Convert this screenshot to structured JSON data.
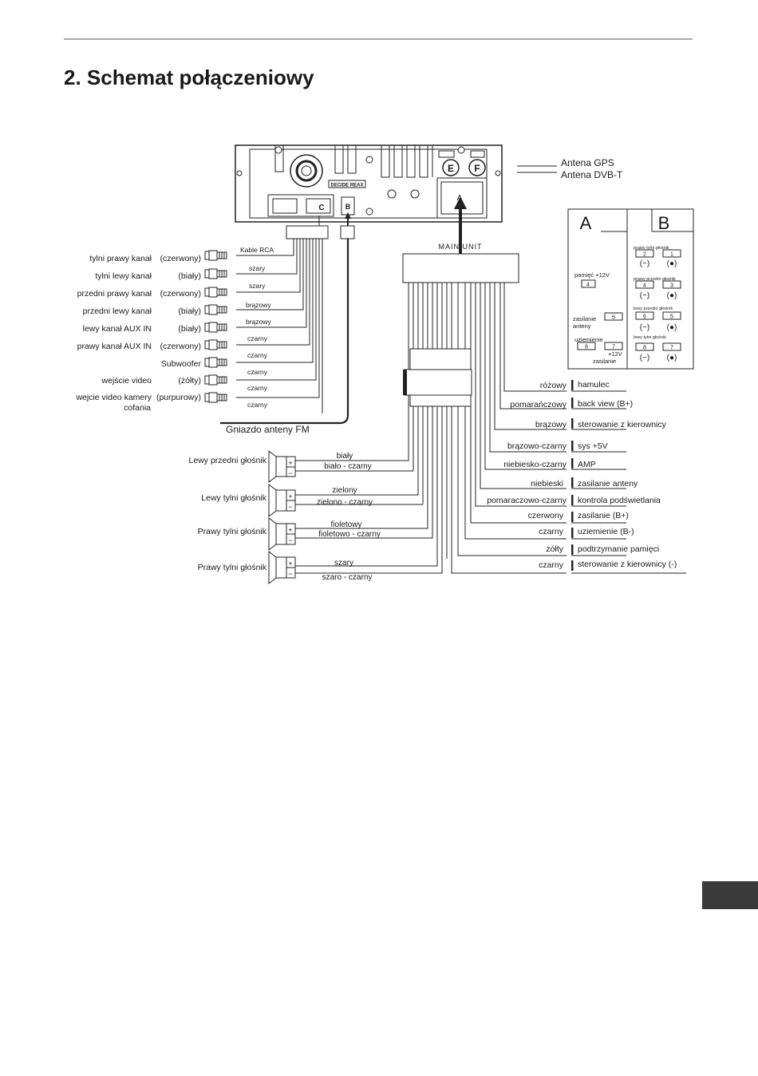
{
  "section_title": "2. Schemat połączeniowy",
  "unit": {
    "label_e": "E",
    "label_f": "F",
    "label_c": "C",
    "label_b": "B",
    "label_a": "A",
    "brand_text": "DECIDE REAX"
  },
  "antenna_gps": "Antena GPS",
  "antenna_dvbt": "Antena DVB-T",
  "main_unit": "MAIN UNIT",
  "kable_rca": "Kable RCA",
  "fm_socket": "Gniazdo anteny FM",
  "rca_rows": [
    {
      "name": "tylni  prawy kanał",
      "color": "(czerwony)",
      "wire": ""
    },
    {
      "name": "tylni  lewy kanał",
      "color": "(biały)",
      "wire": "szary"
    },
    {
      "name": "przedni prawy kanał",
      "color": "(czerwony)",
      "wire": "szary"
    },
    {
      "name": "przedni lewy kanał",
      "color": "(biały)",
      "wire": "brązowy"
    },
    {
      "name": "lewy kanał AUX IN",
      "color": "(biały)",
      "wire": "brązowy"
    },
    {
      "name": "prawy kanał AUX IN",
      "color": "(czerwony)",
      "wire": "czarny"
    },
    {
      "name": "Subwoofer",
      "color": "",
      "wire": "czarny"
    },
    {
      "name": "wejście video",
      "color": "(żółty)",
      "wire": "czarny"
    },
    {
      "name": "wejcie video kamery",
      "color": "(purpurowy)",
      "wire": "czarny"
    },
    {
      "name": "cofania",
      "color": "",
      "wire": "czarny"
    }
  ],
  "speakers": [
    {
      "name": "Lewy przedni głośnik",
      "wire_plus": "biały",
      "wire_minus": "biało - czarny"
    },
    {
      "name": "Lewy tylni głośnik",
      "wire_plus": "zielony",
      "wire_minus": "zielono - czarny"
    },
    {
      "name": "Prawy tylni głośnik",
      "wire_plus": "fioletowy",
      "wire_minus": "fioletowo - czarny"
    },
    {
      "name": "Prawy tylni głośnik",
      "wire_plus": "szary",
      "wire_minus": "szaro - czarny"
    }
  ],
  "harness_wires": [
    {
      "color": "różowy",
      "function": "hamulec"
    },
    {
      "color": "pomarańczowy",
      "function": "back view (B+)"
    },
    {
      "color": "brązowy",
      "function": "sterowanie z kierownicy"
    },
    {
      "color": "brązowo-czarny",
      "function": "sys +5V"
    },
    {
      "color": "niebiesko-czarny",
      "function": "AMP"
    },
    {
      "color": "niebieski",
      "function": "zasilanie anteny"
    },
    {
      "color": "pomaraczowo-czarny",
      "function": "kontrola podświetlania"
    },
    {
      "color": "czerwony",
      "function": "zasilanie (B+)"
    },
    {
      "color": "czarny",
      "function": "uziemienie (B-)"
    },
    {
      "color": "żółty",
      "function": "podtrzymanie pamięci"
    },
    {
      "color": "czarny",
      "function": "sterowanie z kierownicy (-)"
    }
  ],
  "pin_table": {
    "head_a": "A",
    "head_b": "B",
    "a_pins": [
      {
        "label": "pamięć +12V",
        "pin": "4"
      },
      {
        "label": "zasilanie",
        "label2": "anteny",
        "pin": "5"
      },
      {
        "label": "uziemienie",
        "pin": "8"
      },
      {
        "label": "+12V",
        "label2": "zasilanie",
        "pin": "7"
      }
    ],
    "b_groups": [
      {
        "label": "prawy tylni głośnik",
        "pin_minus": "2",
        "pin_plus": "1"
      },
      {
        "label": "prawy przedni głośnik",
        "pin_minus": "4",
        "pin_plus": "3"
      },
      {
        "label": "lewy przedni głośnik",
        "pin_minus": "6",
        "pin_plus": "5"
      },
      {
        "label": "lewy tylni głośnik",
        "pin_minus": "8",
        "pin_plus": "7"
      }
    ],
    "sign_minus": "(−)",
    "sign_plus": "(●)"
  },
  "speaker_sign_plus": "+",
  "speaker_sign_minus": "−"
}
